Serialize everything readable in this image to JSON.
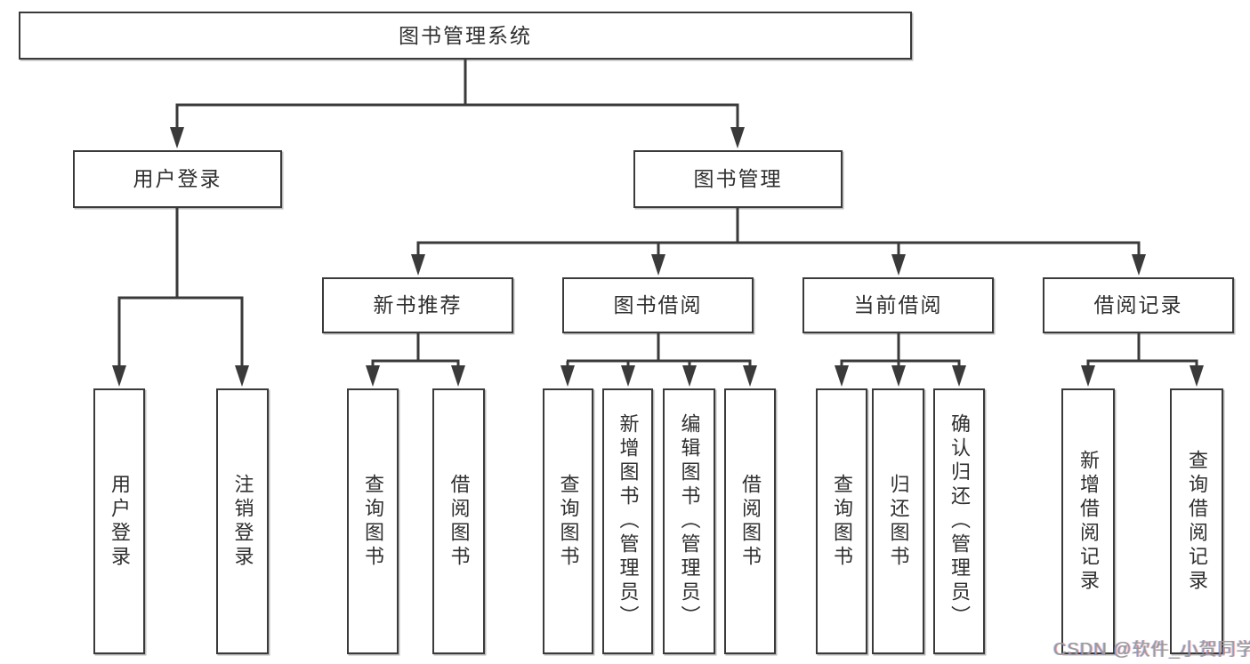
{
  "diagram": {
    "root": {
      "label": "图书管理系统"
    },
    "branches": [
      {
        "label": "用户登录",
        "children": [
          "用户登录",
          "注销登录"
        ]
      },
      {
        "label": "图书管理",
        "groups": [
          {
            "label": "新书推荐",
            "children": [
              "查询图书",
              "借阅图书"
            ]
          },
          {
            "label": "图书借阅",
            "children": [
              "查询图书",
              "新增图书（管理员）",
              "编辑图书（管理员）",
              "借阅图书"
            ]
          },
          {
            "label": "当前借阅",
            "children": [
              "查询图书",
              "归还图书",
              "确认归还（管理员）"
            ]
          },
          {
            "label": "借阅记录",
            "children": [
              "新增借阅记录",
              "查询借阅记录"
            ]
          }
        ]
      }
    ]
  },
  "watermark": {
    "text": "CSDN @软件_小贺同学"
  },
  "colors": {
    "line": "#3a3a3a",
    "box_border": "#3a3a3a",
    "text": "#2f2f2f",
    "watermark": "#9a9a9a",
    "background": "#ffffff"
  }
}
